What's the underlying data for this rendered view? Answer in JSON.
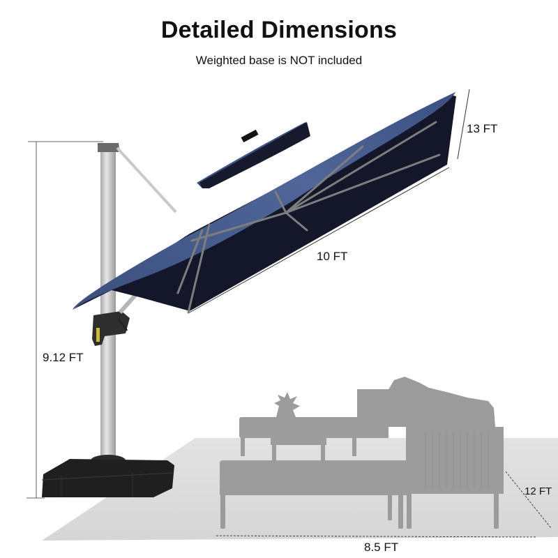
{
  "header": {
    "title": "Detailed Dimensions",
    "subtitle": "Weighted base is NOT included"
  },
  "dimensions": {
    "canopy_width": "13 FT",
    "canopy_length": "10 FT",
    "total_height": "9.12 FT",
    "coverage_depth": "12 FT",
    "coverage_width": "8.5 FT"
  },
  "colors": {
    "canopy_top": "#3f5584",
    "canopy_under": "#14172a",
    "pole": "#c9c9c9",
    "base": "#1d1d1d",
    "furniture": "#9c9c9c",
    "floor": "#dcdcdc"
  },
  "illustration": {
    "product": "cantilever-square-umbrella-with-solar-lights",
    "scene": "outdoor-sofa-set-silhouette"
  }
}
